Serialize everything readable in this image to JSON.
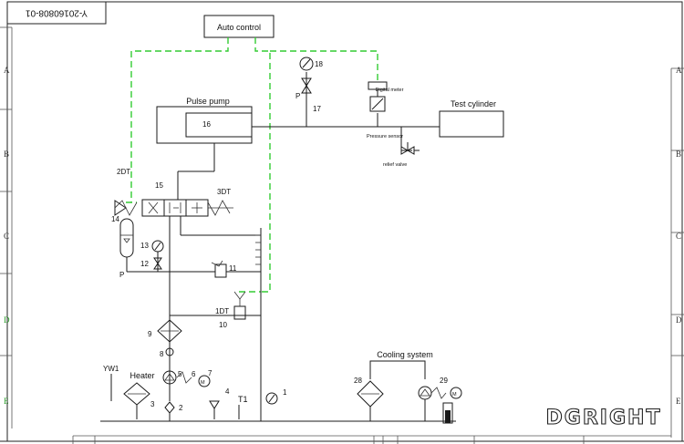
{
  "drawing_code": "Y-20160808-01",
  "brand": "DGRIGHT",
  "row_markers": [
    "A",
    "B",
    "C",
    "D",
    "E"
  ],
  "components": {
    "auto_control": "Auto control",
    "pulse_pump": "Pulse pump",
    "test_cylinder": "Test cylinder",
    "digital_meter": "Digital meter",
    "pressure_sensor": "Pressure sensor",
    "relief_valve": "relief valve",
    "cooling_system": "Cooling system",
    "heater": "Heater",
    "yw1": "YW1",
    "t1": "T1",
    "motor_label": "M"
  },
  "signals": {
    "dt1": "1DT",
    "dt2": "2DT",
    "dt3": "3DT"
  },
  "port_labels": {
    "p_upper": "P",
    "p_lower": "P"
  },
  "numbers": {
    "n1": "1",
    "n2": "2",
    "n3": "3",
    "n4": "4",
    "n5": "5",
    "n6": "6",
    "n7": "7",
    "n8": "8",
    "n9": "9",
    "n10": "10",
    "n11": "11",
    "n12": "12",
    "n13": "13",
    "n14": "14",
    "n15": "15",
    "n16": "16",
    "n17": "17",
    "n18": "18",
    "n28": "28",
    "n29": "29"
  }
}
